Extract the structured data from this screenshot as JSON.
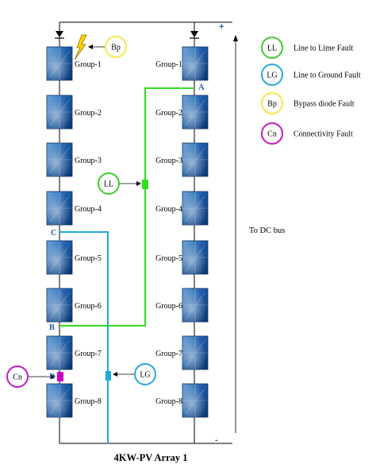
{
  "diagram": {
    "title": "4KW-PV Array 1",
    "dc_bus_label": "To DC bus",
    "plus_sign": "+",
    "minus_sign": "-",
    "left_string": [
      "Group-1",
      "Group-2",
      "Group-3",
      "Group-4",
      "Group-5",
      "Group-6",
      "Group-7",
      "Group-8"
    ],
    "right_string": [
      "Group-1",
      "Group-2",
      "Group-3",
      "Group-4",
      "Group-5",
      "Group-6",
      "Group-7",
      "Group-8"
    ],
    "nodes": {
      "a": "A",
      "b": "B",
      "c": "C",
      "d": "D"
    },
    "fault_markers": {
      "ll": "LL",
      "lg": "LG",
      "bp": "Bp",
      "cn": "Cn"
    },
    "legend": [
      {
        "abbr": "LL",
        "text": "Line to Lime Fault",
        "color": "#3ccf2c"
      },
      {
        "abbr": "LG",
        "text": "Line to Ground Fault",
        "color": "#2aa8dd"
      },
      {
        "abbr": "Bp",
        "text": "Bypass diode Fault",
        "color": "#f4e84a"
      },
      {
        "abbr": "Cn",
        "text": "Connectivity Fault",
        "color": "#c01ec0"
      }
    ],
    "colors": {
      "ll_line": "#33dd22",
      "lg_line": "#1fa8dd",
      "cn_marker": "#cc00cc",
      "bp_bolt": "#ffd400",
      "node_text": "#1f5fa8",
      "panel_dark": "#0e3f80",
      "panel_light": "#5a9ad8"
    }
  }
}
